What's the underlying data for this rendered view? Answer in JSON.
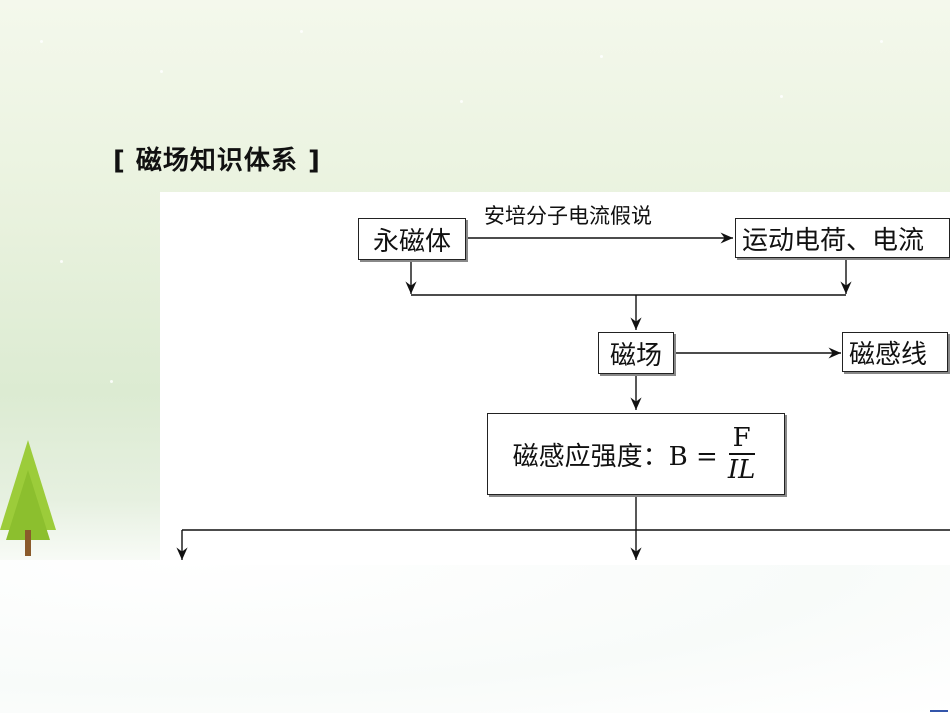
{
  "slide": {
    "heading": "[ 磁场知识体系 ]"
  },
  "diagram": {
    "nodes": {
      "permanent_magnet": "永磁体",
      "moving_charge": "运动电荷、电流",
      "magnetic_field": "磁场",
      "field_lines": "磁感线",
      "induction_prefix": "磁感应强度：B =",
      "induction_numerator": "F",
      "induction_denominator": "IL"
    },
    "edge_labels": {
      "ampere_hypothesis": "安培分子电流假说"
    }
  }
}
